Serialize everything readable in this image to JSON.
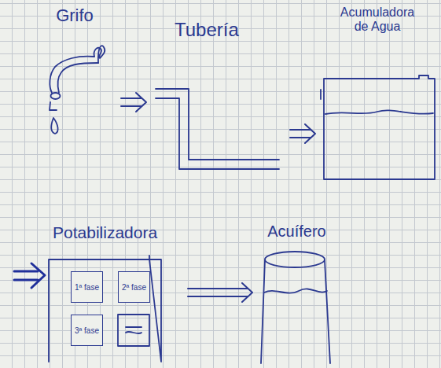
{
  "diagram": {
    "nodes": [
      {
        "text": [
          "Grifo"
        ]
      },
      {
        "text": [
          "Tubería"
        ]
      },
      {
        "text": [
          "Acumuladora de Agua"
        ]
      },
      {
        "text": [
          "Potabilizadora"
        ]
      },
      {
        "text": [
          "1ª fase"
        ],
        "in": 3
      },
      {
        "text": [
          "2ª fase"
        ],
        "in": 3
      },
      {
        "text": [
          "3ª fase"
        ],
        "in": 3
      },
      {
        "text": [
          "Acuífero"
        ]
      }
    ],
    "edges": [
      {
        "from": 0,
        "to": 1,
        "arrow": "to"
      },
      {
        "from": 1,
        "to": 2,
        "arrow": "to"
      },
      {
        "from": 3,
        "to": 7,
        "arrow": "to"
      }
    ]
  }
}
